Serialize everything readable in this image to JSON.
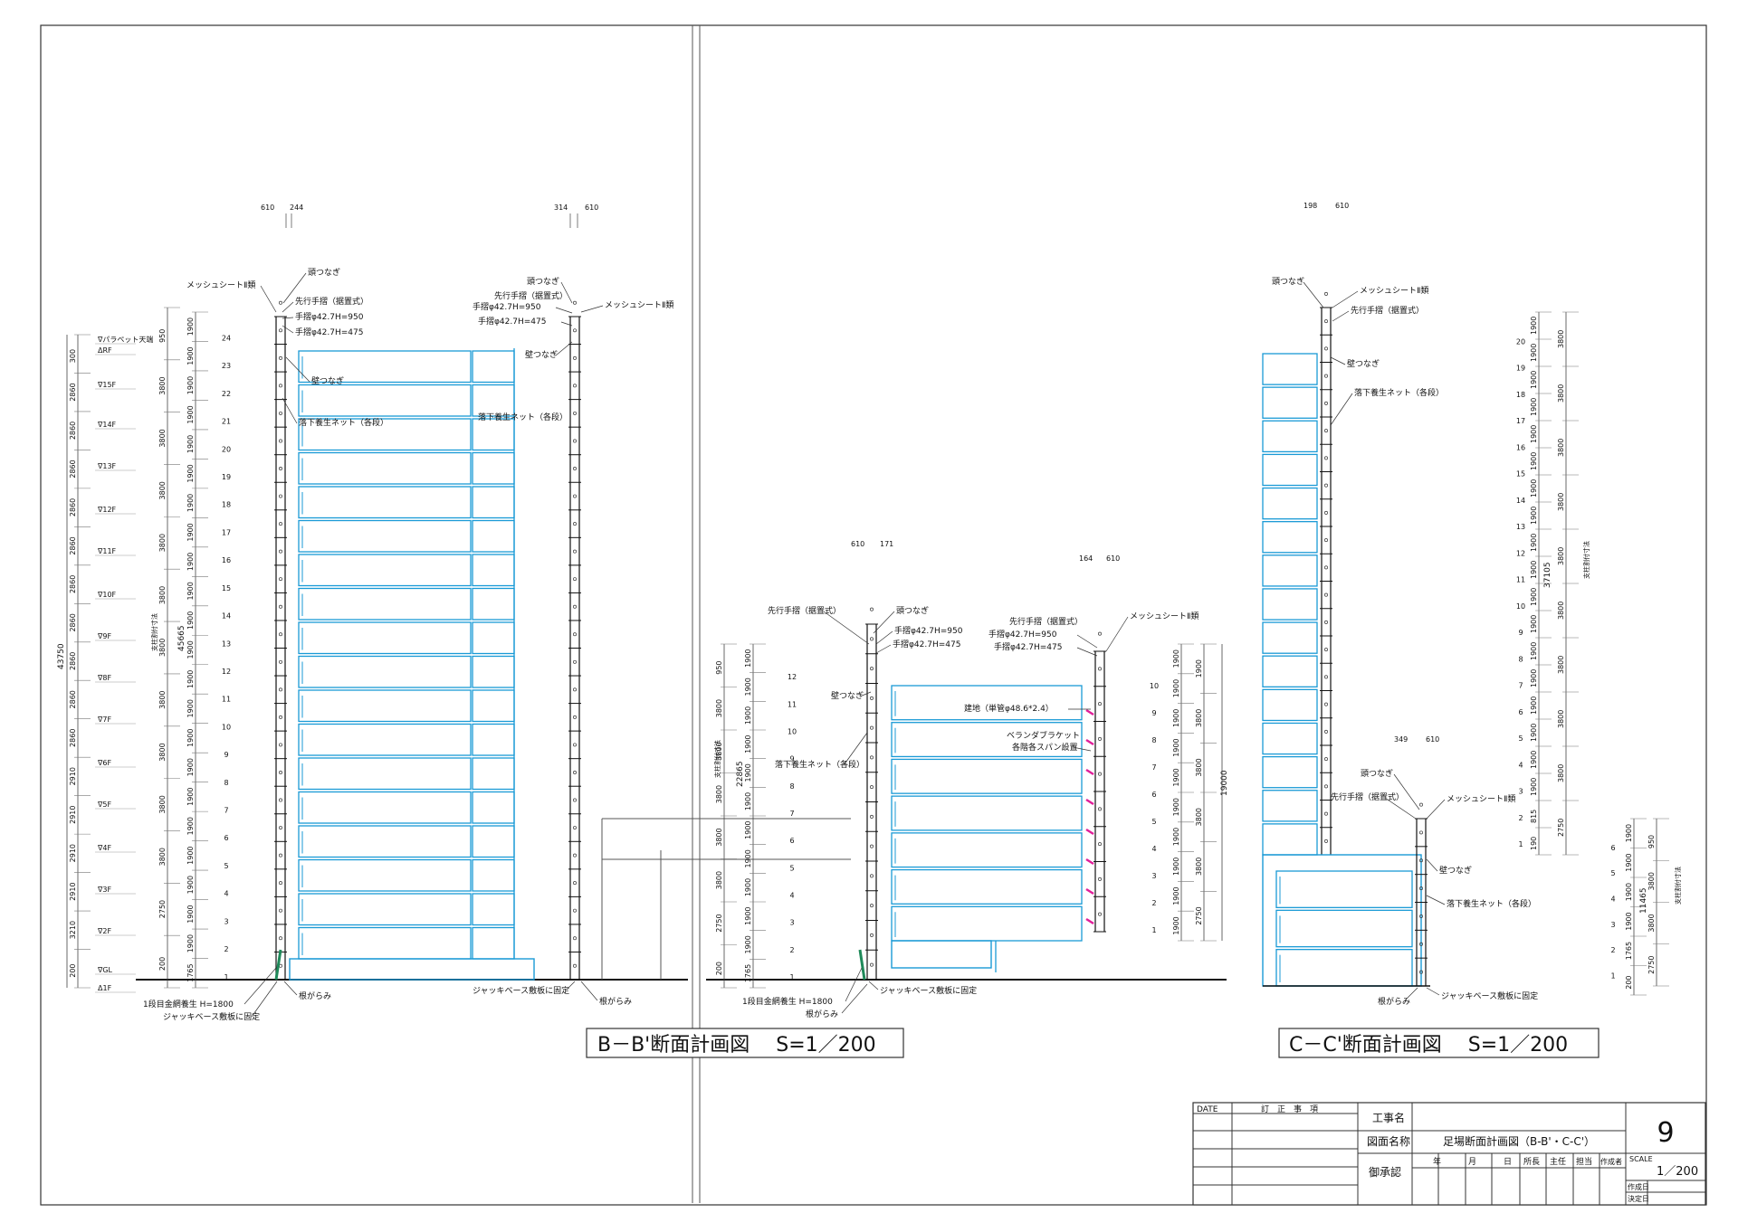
{
  "drawing": {
    "captions": {
      "bb": "B－B'断面計画図　 S=1／200",
      "cc": "C－C'断面計画図　 S=1／200"
    },
    "bb": {
      "offsets_left": [
        "610",
        "244"
      ],
      "offsets_right": [
        "314",
        "610"
      ],
      "floor_labels": [
        "∇パラペット天端",
        "ΔRF",
        "∇15F",
        "∇14F",
        "∇13F",
        "∇12F",
        "∇11F",
        "∇10F",
        "∇9F",
        "∇8F",
        "∇7F",
        "∇6F",
        "∇5F",
        "∇4F",
        "∇3F",
        "∇2F",
        "∇GL",
        "Δ1F"
      ],
      "floor_dims": [
        "300",
        "2860",
        "2860",
        "2860",
        "2860",
        "2860",
        "2860",
        "2860",
        "2860",
        "2860",
        "2860",
        "2910",
        "2910",
        "2910",
        "2910",
        "3210",
        "200"
      ],
      "total": "43750",
      "lift_dims": [
        "950",
        "3800",
        "3800",
        "3800",
        "3800",
        "3800",
        "3800",
        "3800",
        "3800",
        "3800",
        "3800",
        "2750",
        "200"
      ],
      "subtotal": "45665",
      "subtotal_label": "支柱割付寸法",
      "stage_dims": [
        "1900",
        "1900",
        "1900",
        "1900",
        "1900",
        "1900",
        "1900",
        "1900",
        "1900",
        "1900",
        "1900",
        "1900",
        "1900",
        "1900",
        "1900",
        "1900",
        "1900",
        "1900",
        "1900",
        "1900",
        "1900",
        "1900",
        "1765"
      ],
      "stage_nums": [
        "24",
        "23",
        "22",
        "21",
        "20",
        "19",
        "18",
        "17",
        "16",
        "15",
        "14",
        "13",
        "12",
        "11",
        "10",
        "9",
        "8",
        "7",
        "6",
        "5",
        "4",
        "3",
        "2",
        "1"
      ],
      "notes": {
        "mesh_left": "メッシュシートⅡ類",
        "atama": "頭つなぎ",
        "sekou_left": "先行手摺（据置式）",
        "tesuri950_left": "手摺φ42.7H=950",
        "tesuri475_left": "手摺φ42.7H=475",
        "kabe_left": "壁つなぎ",
        "net_left": "落下養生ネット（各段）",
        "atama_right": "頭つなぎ",
        "sekou_right": "先行手摺（据置式）",
        "tesuri950_right": "手摺φ42.7H=950",
        "mesh_right": "メッシュシートⅡ類",
        "tesuri475_right": "手摺φ42.7H=475",
        "kabe_right": "壁つなぎ",
        "net_right": "落下養生ネット（各段）",
        "negarami": "根がらみ",
        "kanaami": "1段目金網養生 H=1800",
        "jack": "ジャッキベース敷板に固定",
        "jack_right": "ジャッキベース敷板に固定",
        "negarami_right": "根がらみ"
      }
    },
    "mid": {
      "offsets_left": [
        "610",
        "171"
      ],
      "offsets_right": [
        "164",
        "610"
      ],
      "lift_dims": [
        "950",
        "3800",
        "3800",
        "3800",
        "3800",
        "3800",
        "2750",
        "200"
      ],
      "subtotal": "22865",
      "subtotal_label": "支柱割付寸法",
      "stage_dims": [
        "1900",
        "1900",
        "1900",
        "1900",
        "1900",
        "1900",
        "1900",
        "1900",
        "1900",
        "1900",
        "1900",
        "1765"
      ],
      "stage_nums": [
        "12",
        "11",
        "10",
        "9",
        "8",
        "7",
        "6",
        "5",
        "4",
        "3",
        "2",
        "1"
      ],
      "right_stage_nums": [
        "10",
        "9",
        "8",
        "7",
        "6",
        "5",
        "4",
        "3",
        "2",
        "1"
      ],
      "right_stage_dims": [
        "1900",
        "1900",
        "1900",
        "1900",
        "1900",
        "1900",
        "1900",
        "1900",
        "1900",
        "1900"
      ],
      "right_lift_dims": [
        "1900",
        "3800",
        "3800",
        "3800",
        "3800",
        "2750"
      ],
      "right_subtotal": "19000",
      "notes": {
        "sekou_left": "先行手摺（据置式）",
        "atama_left": "頭つなぎ",
        "tesuri950_left": "手摺φ42.7H=950",
        "tesuri475_left": "手摺φ42.7H=475",
        "kabe": "壁つなぎ",
        "net": "落下養生ネット（各段）",
        "kanaami": "1段目金網養生 H=1800",
        "negarami": "根がらみ",
        "jack": "ジャッキベース敷板に固定",
        "sekou_right": "先行手摺（据置式）",
        "tesuri950_right": "手摺φ42.7H=950",
        "tesuri475_right": "手摺φ42.7H=475",
        "mesh_right": "メッシュシートⅡ類",
        "tanji": "建地（単管φ48.6*2.4）",
        "veranda": "ベランダブラケット",
        "span": "各階各スパン設置"
      }
    },
    "cc": {
      "offsets_top": [
        "198",
        "610"
      ],
      "offsets_low": [
        "349",
        "610"
      ],
      "stage_nums": [
        "20",
        "19",
        "18",
        "17",
        "16",
        "15",
        "14",
        "13",
        "12",
        "11",
        "10",
        "9",
        "8",
        "7",
        "6",
        "5",
        "4",
        "3",
        "2",
        "1"
      ],
      "stage_dims": [
        "1900",
        "1900",
        "1900",
        "1900",
        "1900",
        "1900",
        "1900",
        "1900",
        "1900",
        "1900",
        "1900",
        "1900",
        "1900",
        "1900",
        "1900",
        "1900",
        "1900",
        "1900",
        "815",
        "190"
      ],
      "lift_dims": [
        "3800",
        "3800",
        "3800",
        "3800",
        "3800",
        "3800",
        "3800",
        "3800",
        "3800",
        "2750"
      ],
      "subtotal": "37105",
      "subtotal_label": "支柱割付寸法",
      "low_stage_nums": [
        "6",
        "5",
        "4",
        "3",
        "2",
        "1"
      ],
      "low_stage_dims": [
        "1900",
        "1900",
        "1900",
        "1900",
        "1765",
        "200"
      ],
      "low_lift_dims": [
        "950",
        "3800",
        "3800",
        "2750"
      ],
      "low_subtotal": "11465",
      "notes": {
        "atama": "頭つなぎ",
        "mesh": "メッシュシートⅡ類",
        "sekou": "先行手摺（据置式）",
        "kabe": "壁つなぎ",
        "net": "落下養生ネット（各段）",
        "atama_low": "頭つなぎ",
        "sekou_low": "先行手摺（据置式）",
        "mesh_low": "メッシュシートⅡ類",
        "kabe_low": "壁つなぎ",
        "net_low": "落下養生ネット（各段）",
        "negarami": "根がらみ",
        "jack": "ジャッキベース敷板に固定"
      }
    }
  },
  "title_block": {
    "date_label": "DATE",
    "revision_label": "訂　正　事　項",
    "project_label": "工事名",
    "drawing_name_label": "図面名称",
    "drawing_name": "足場断面計画図（B-B'・C-C'）",
    "approval_label": "御承認",
    "date_fields": [
      "年",
      "月",
      "日"
    ],
    "roles": [
      "所長",
      "主任",
      "担当",
      "作成者"
    ],
    "sheet_no": "9",
    "scale_label": "SCALE",
    "scale": "1／200",
    "created_label": "作成日",
    "decided_label": "決定日"
  },
  "colors": {
    "line": "#111111",
    "structure": "#1a9ad6",
    "magenta": "#e0209a",
    "green": "#1f8a5a",
    "grey": "#888888"
  }
}
